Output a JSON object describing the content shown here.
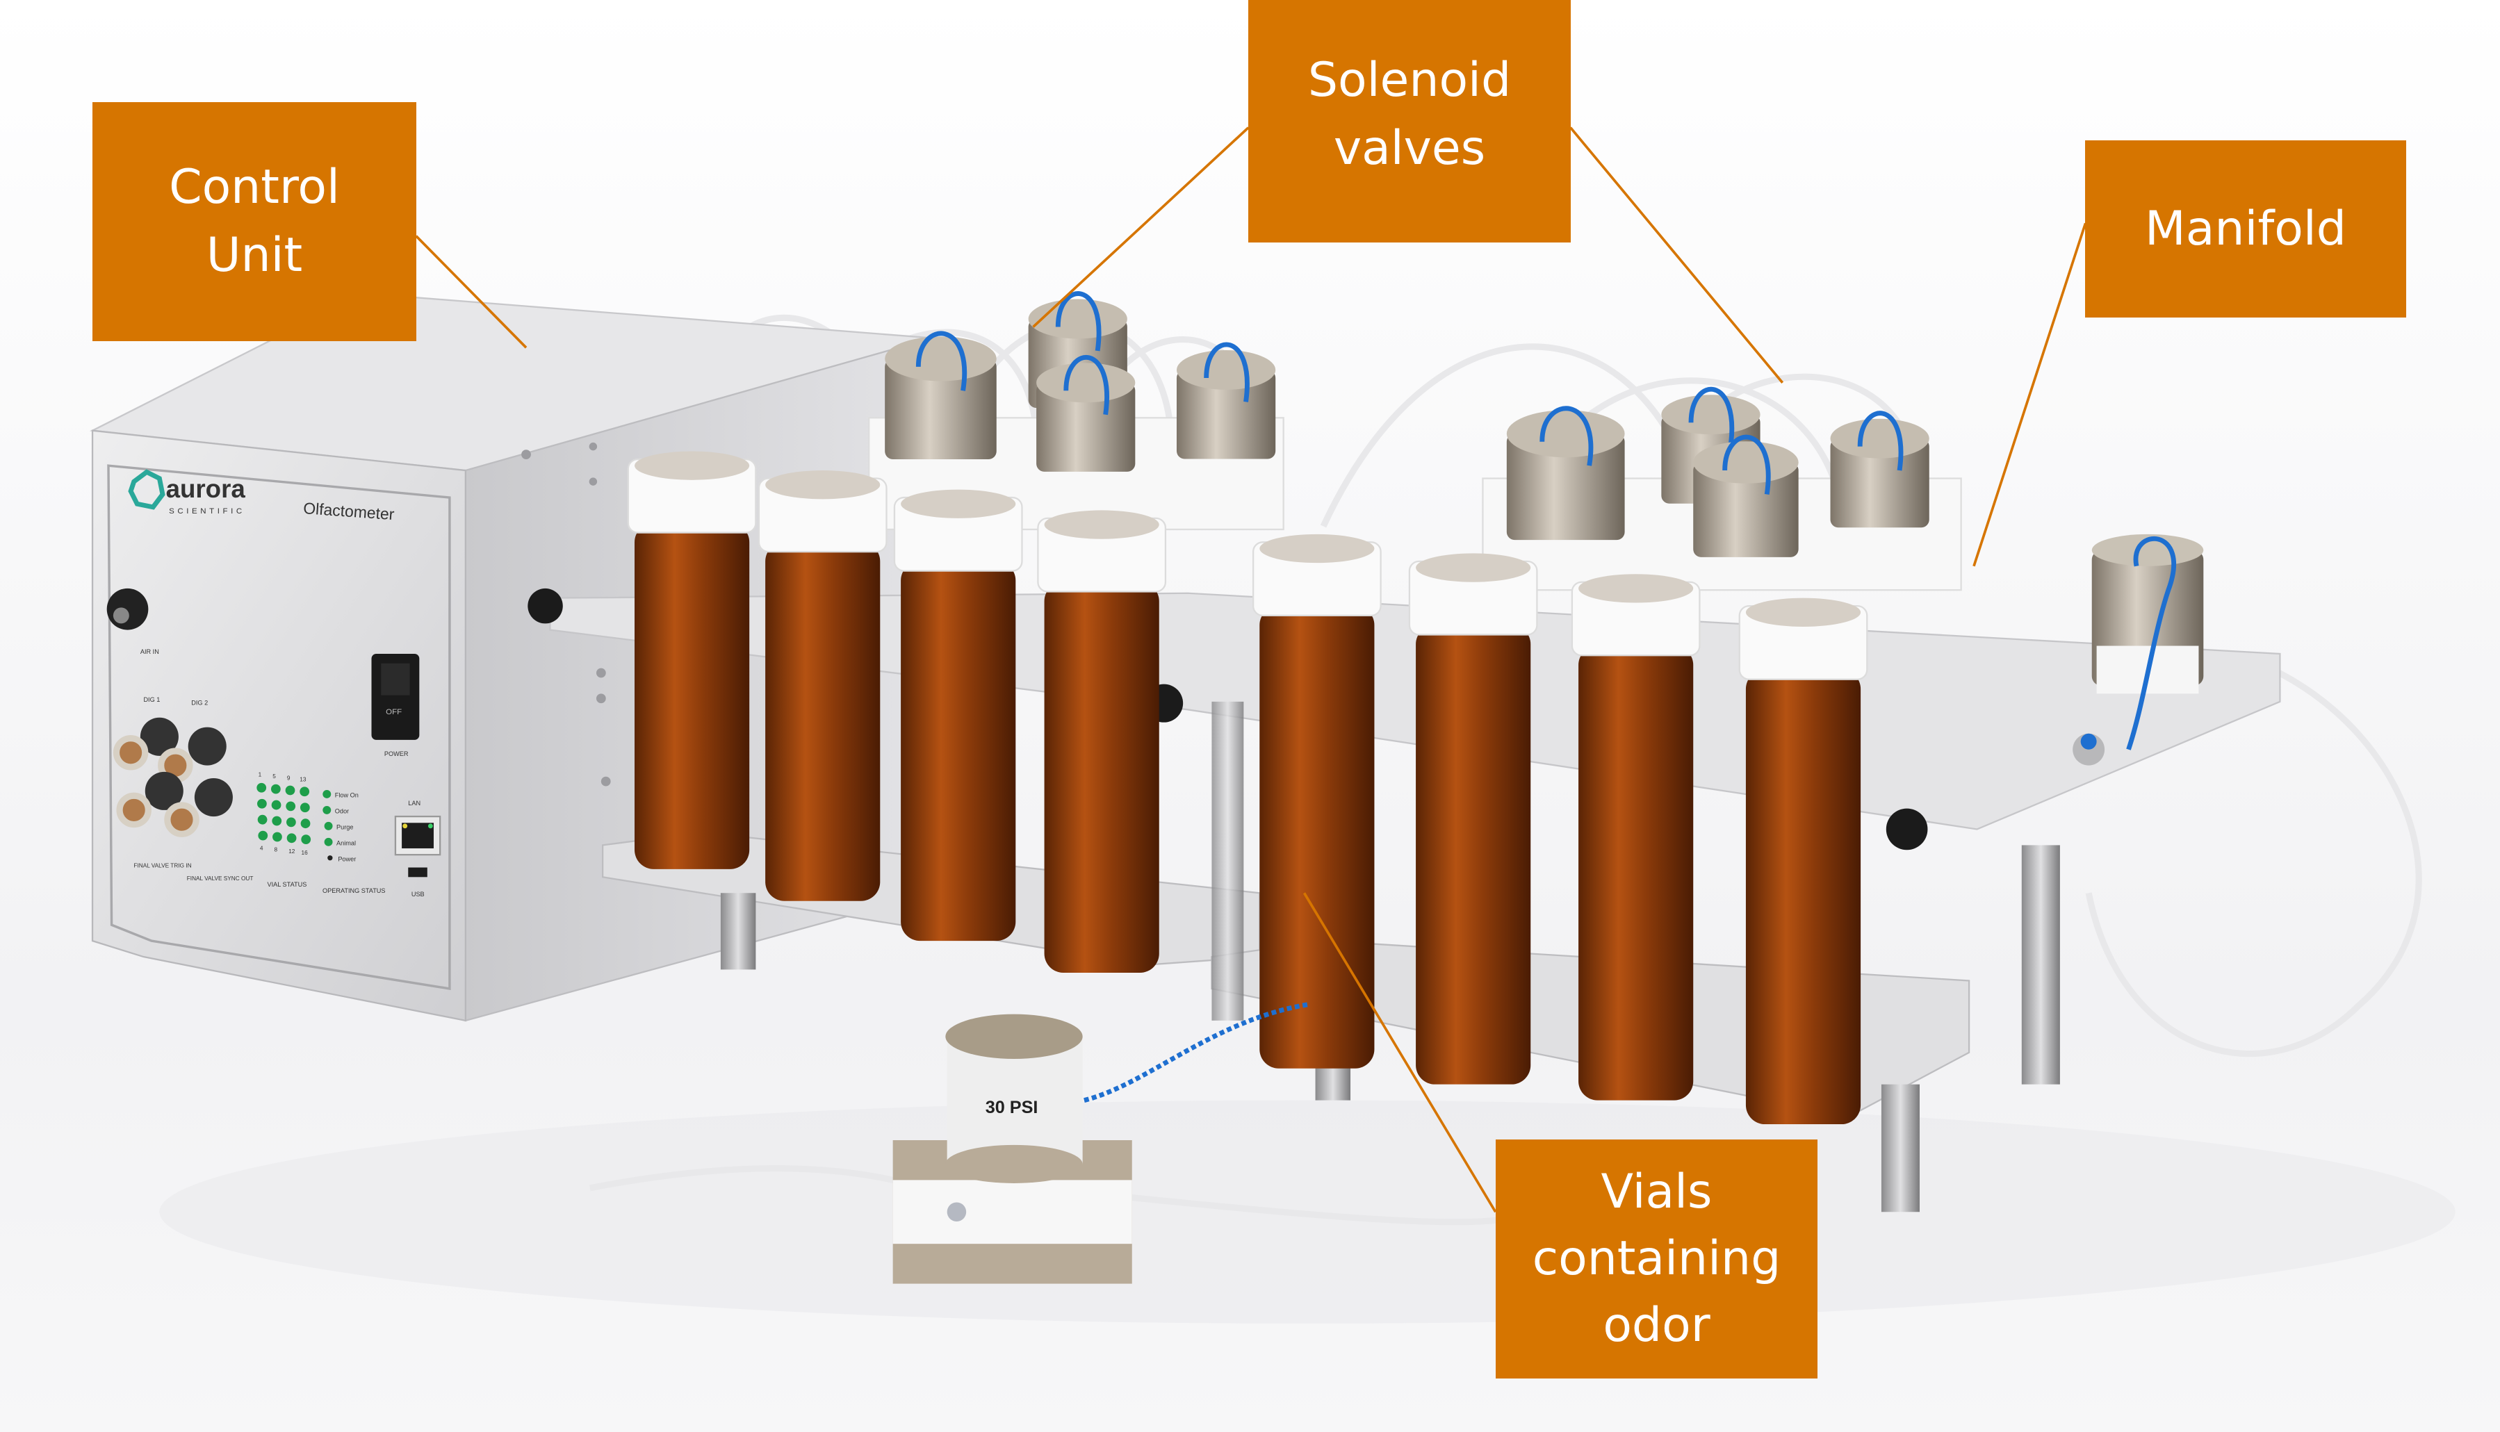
{
  "callouts": {
    "control_unit": {
      "lines": [
        "Control",
        "Unit"
      ]
    },
    "solenoid_valves": {
      "lines": [
        "Solenoid",
        "valves"
      ]
    },
    "manifold": {
      "lines": [
        "Manifold"
      ]
    },
    "vials": {
      "lines": [
        "Vials",
        "containing",
        "odor"
      ]
    }
  },
  "device": {
    "brand": "aurora",
    "brand_sub": "SCIENTIFIC",
    "model": "Olfactometer",
    "air_in": "AIR IN",
    "dig1": "DIG 1",
    "dig2": "DIG 2",
    "power_label": "POWER",
    "switch_off": "OFF",
    "final_valve_trig_in": "FINAL VALVE TRIG IN",
    "final_valve_sync_out": "FINAL VALVE SYNC OUT",
    "vial_status": "VIAL STATUS",
    "vial_top_numbers": [
      "1",
      "5",
      "9",
      "13"
    ],
    "vial_bottom_numbers": [
      "4",
      "8",
      "12",
      "16"
    ],
    "operating_status_items": [
      "Flow On",
      "Odor",
      "Purge",
      "Animal",
      "Power"
    ],
    "operating_status": "OPERATING STATUS",
    "lan": "LAN",
    "usb": "USB",
    "valve_rating": "30 PSI"
  },
  "colors": {
    "callout": "#D67500",
    "callout_text": "#FFFFFF",
    "amber_vial": "#8A3A0A",
    "led_green": "#1E9E4A",
    "steel": "#D9D9DC",
    "tube_blue": "#1E6FD0",
    "logo_teal": "#2AA89A"
  }
}
